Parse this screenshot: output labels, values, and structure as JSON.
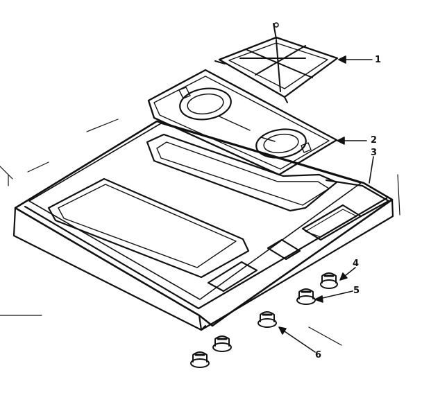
{
  "diagram": {
    "callouts": [
      {
        "id": "c1",
        "label": "1"
      },
      {
        "id": "c2",
        "label": "2"
      },
      {
        "id": "c3",
        "label": "3"
      },
      {
        "id": "c4",
        "label": "4"
      },
      {
        "id": "c5",
        "label": "5"
      },
      {
        "id": "c6",
        "label": "6"
      }
    ],
    "colors": {
      "line": "#111111",
      "background": "#ffffff"
    }
  }
}
